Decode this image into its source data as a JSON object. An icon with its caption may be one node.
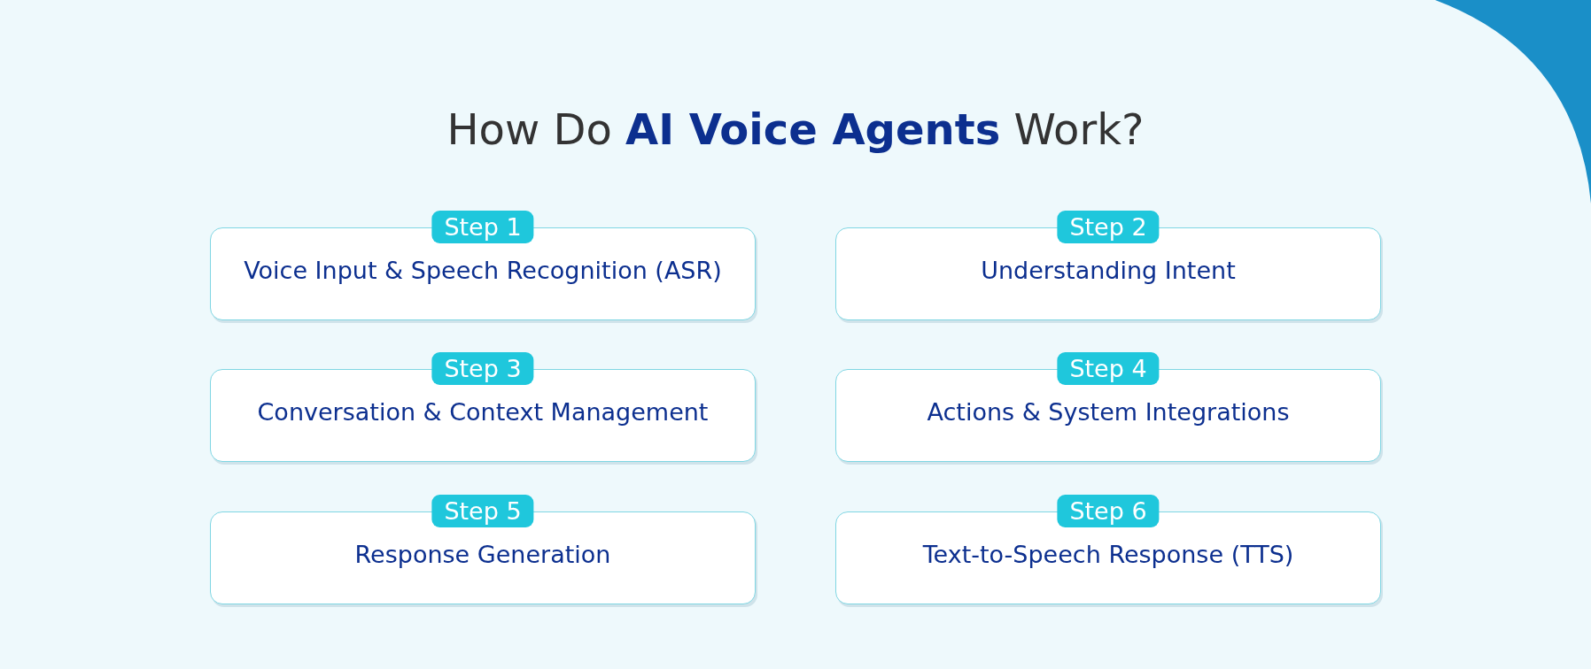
{
  "diagram": {
    "title": "How Do **AI Voice Agents** Work?",
    "nodes": [
      {
        "text": [
          "Step 1",
          "Voice Input & Speech Recognition (ASR)"
        ]
      },
      {
        "text": [
          "Step 2",
          "Understanding Intent"
        ]
      },
      {
        "text": [
          "Step 3",
          "Conversation & Context Management"
        ]
      },
      {
        "text": [
          "Step 4",
          "Actions & System Integrations"
        ]
      },
      {
        "text": [
          "Step 5",
          "Response Generation"
        ]
      },
      {
        "text": [
          "Step 6",
          "Text-to-Speech Response (TTS)"
        ]
      }
    ]
  }
}
